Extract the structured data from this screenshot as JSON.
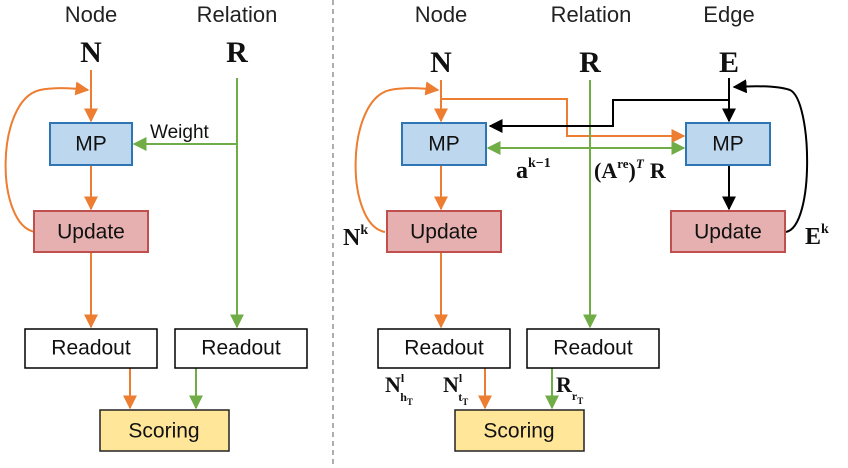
{
  "left": {
    "header_node": "Node",
    "header_relation": "Relation",
    "sym_node": "N",
    "sym_relation": "R",
    "mp": "MP",
    "update": "Update",
    "readout_node": "Readout",
    "readout_relation": "Readout",
    "scoring": "Scoring",
    "weight_label": "Weight"
  },
  "right": {
    "header_node": "Node",
    "header_relation": "Relation",
    "header_edge": "Edge",
    "sym_node": "N",
    "sym_relation": "R",
    "sym_edge": "E",
    "mp_node": "MP",
    "mp_edge": "MP",
    "update_node": "Update",
    "update_edge": "Update",
    "readout_node": "Readout",
    "readout_relation": "Readout",
    "scoring": "Scoring",
    "label_nk_base": "N",
    "label_nk_sup": "k",
    "label_ek_base": "E",
    "label_ek_sup": "k",
    "label_ak_base": "a",
    "label_ak_sup": "k−1",
    "label_are_open": "(A",
    "label_are_sup": "re",
    "label_are_close": ")",
    "label_are_T": "T",
    "label_are_R": "R",
    "label_nh_base": "N",
    "label_nh_sup": "l",
    "label_nh_sub": "h",
    "label_nh_subsub": "T",
    "label_nt_base": "N",
    "label_nt_sup": "l",
    "label_nt_sub": "t",
    "label_nt_subsub": "T",
    "label_rr_base": "R",
    "label_rr_sub": "r",
    "label_rr_subsub": "T"
  },
  "colors": {
    "mp_fill": "#BDD7EE",
    "mp_stroke": "#2E75B6",
    "update_fill": "#E6B0B0",
    "update_stroke": "#C0504D",
    "scoring_fill": "#FFE699",
    "scoring_stroke": "#222222",
    "node_flow": "#ED7D31",
    "relation_flow": "#70AD47",
    "edge_flow": "#000000"
  }
}
